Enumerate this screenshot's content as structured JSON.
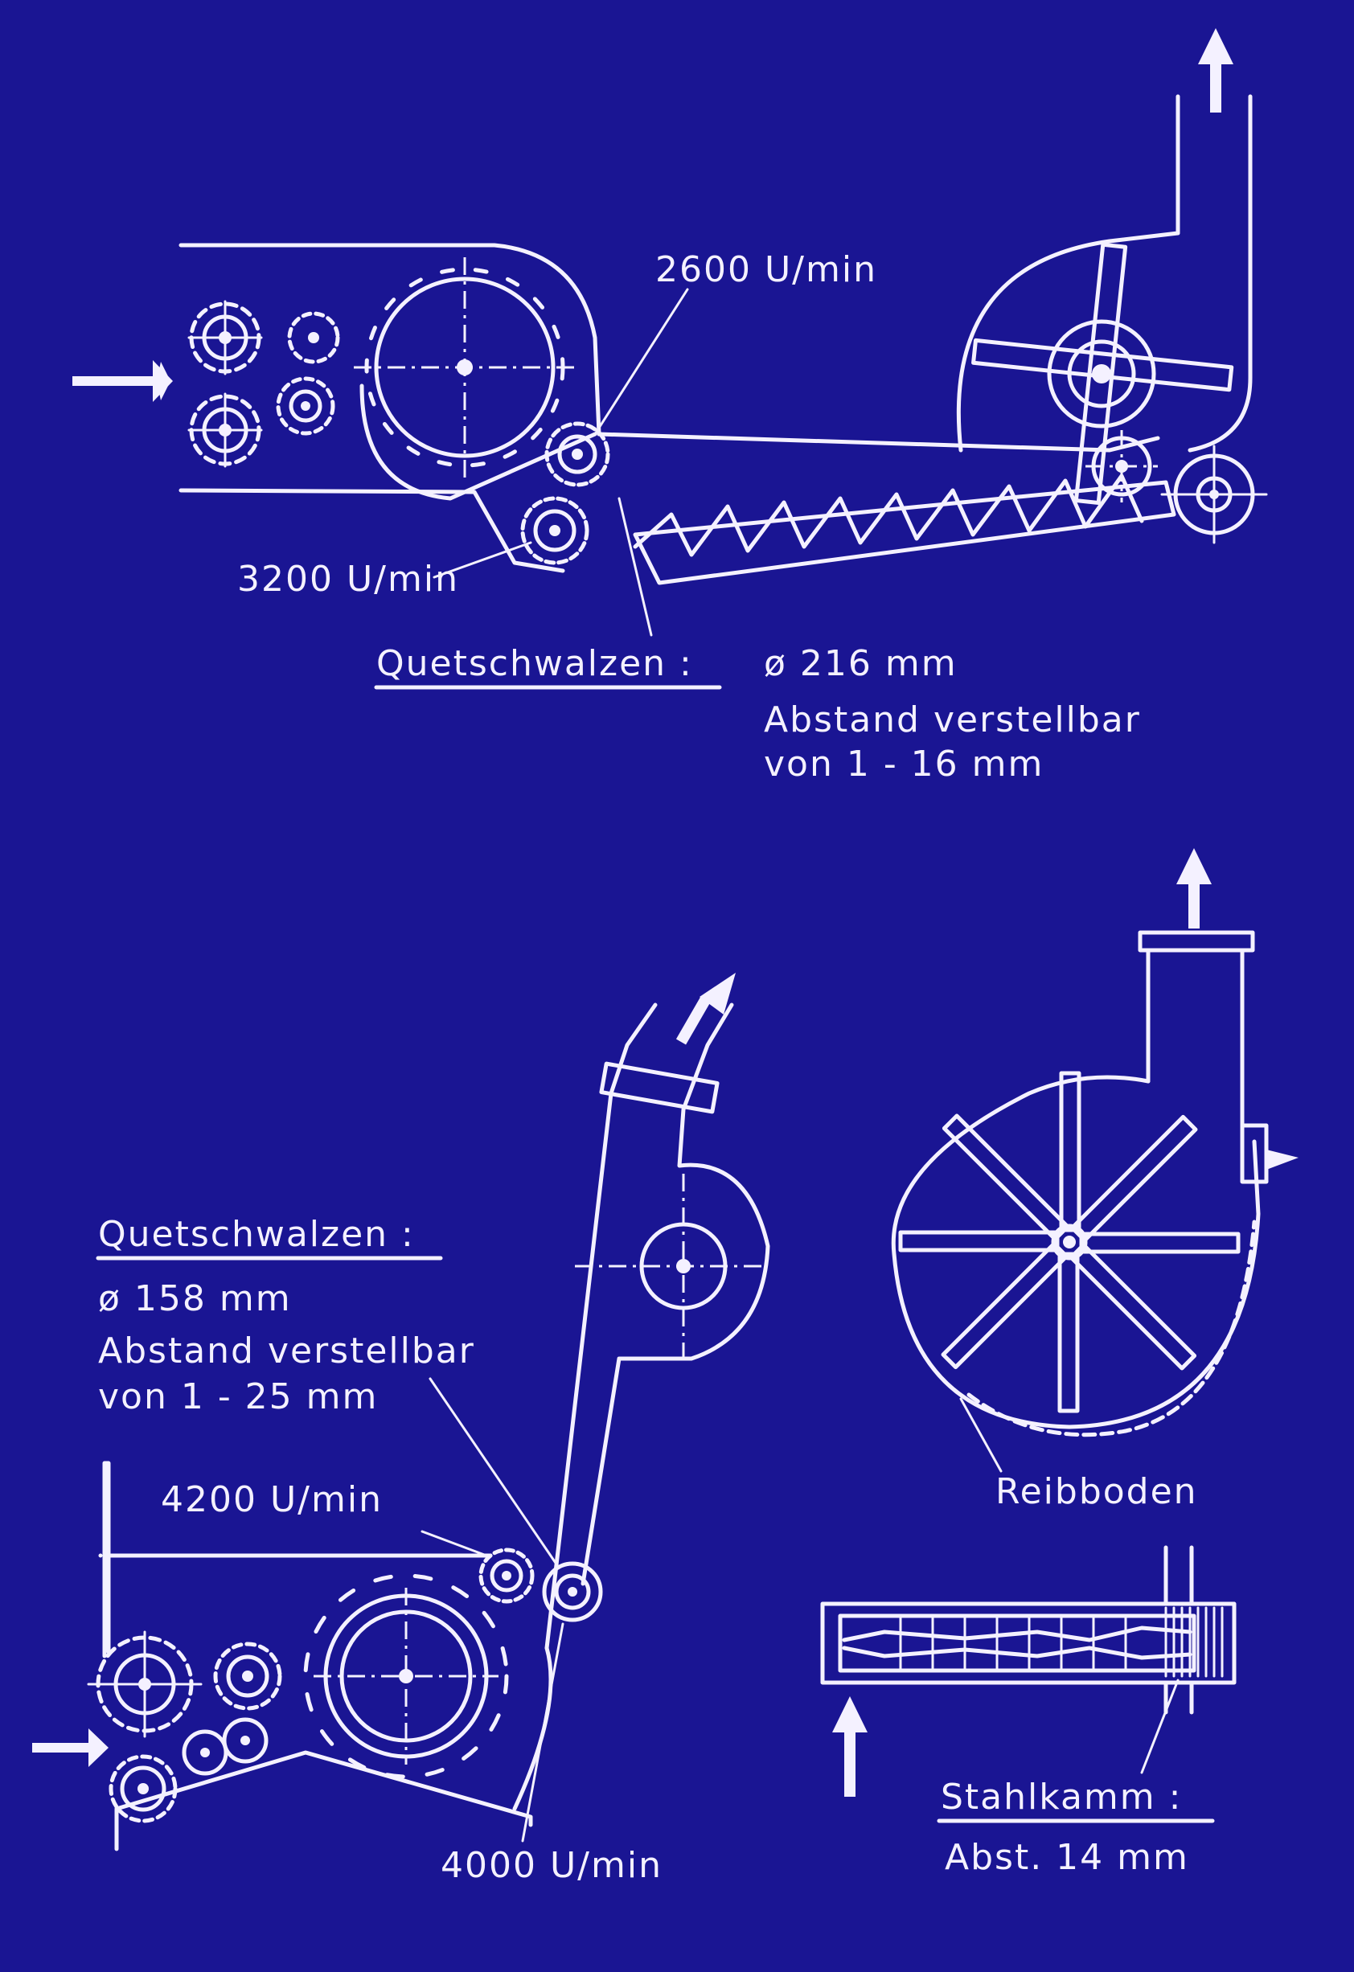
{
  "labels": {
    "top_speed_a": "2600 U/min",
    "top_speed_b": "3200 U/min",
    "top_title": "Quetschwalzen :",
    "top_diameter": "ø  216 mm",
    "top_gap": "Abstand  verstellbar",
    "top_range": "von   1 - 16 mm",
    "bl_title": "Quetschwalzen :",
    "bl_diameter": "ø  158 mm",
    "bl_gap": "Abstand   verstellbar",
    "bl_range": "von   1 - 25 mm",
    "bl_speed_a": "4200  U/min",
    "bl_speed_b": "4000 U/min",
    "br_label_floor": "Reibboden",
    "br_comb_title": "Stahlkamm :",
    "br_comb_gap": "Abst.  14 mm"
  },
  "colors": {
    "background": "#1a1593",
    "ink": "#f4f1ff"
  }
}
